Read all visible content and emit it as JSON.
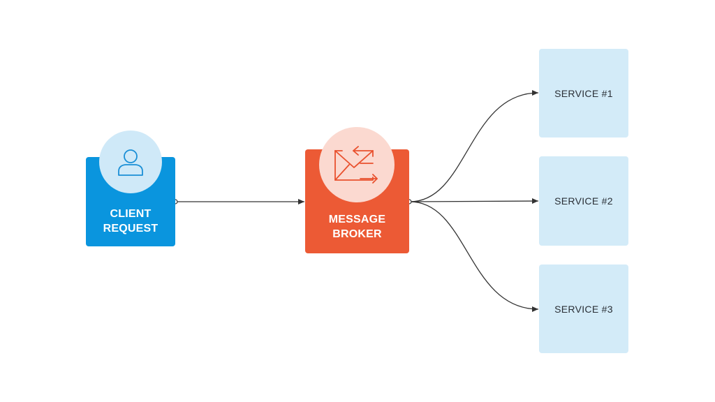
{
  "nodes": {
    "client": {
      "line1": "CLIENT",
      "line2": "REQUEST",
      "icon": "user-icon"
    },
    "broker": {
      "line1": "MESSAGE",
      "line2": "BROKER",
      "icon": "envelope-exchange-icon"
    },
    "services": [
      {
        "label": "SERVICE #1"
      },
      {
        "label": "SERVICE #2"
      },
      {
        "label": "SERVICE #3"
      }
    ]
  },
  "colors": {
    "client_fill": "#0a95de",
    "client_badge": "#cfe9f8",
    "client_icon": "#1a8fd6",
    "broker_fill": "#ec5a35",
    "broker_badge": "#fbd9d0",
    "broker_icon": "#e9512e",
    "service_fill": "#d3ebf8",
    "connector": "#333333"
  }
}
